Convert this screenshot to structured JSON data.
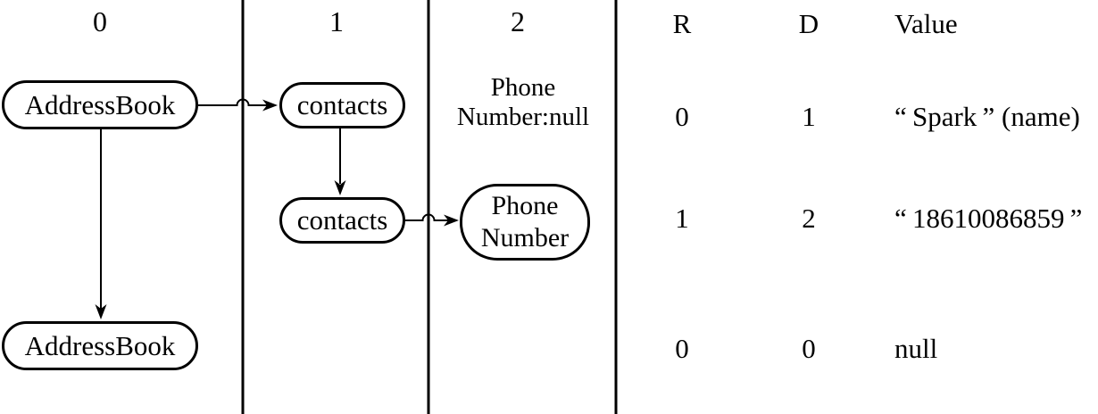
{
  "diagram": {
    "columns": [
      {
        "label": "0"
      },
      {
        "label": "1"
      },
      {
        "label": "2"
      }
    ],
    "nodes": {
      "addressbook_top": "AddressBook",
      "addressbook_bottom": "AddressBook",
      "contacts_top": "contacts",
      "contacts_bottom": "contacts",
      "phone_number": {
        "line1": "Phone",
        "line2": "Number"
      }
    },
    "free_text": {
      "line1": "Phone",
      "line2": "Number:null"
    },
    "edges": [
      "addressbook_top -> contacts_top",
      "contacts_top -> contacts_bottom",
      "contacts_bottom -> phone_number",
      "addressbook_top -> addressbook_bottom"
    ]
  },
  "table": {
    "headers": {
      "r": "R",
      "d": "D",
      "value": "Value"
    },
    "rows": [
      {
        "r": "0",
        "d": "1",
        "value": "“ Spark ” (name)"
      },
      {
        "r": "1",
        "d": "2",
        "value": "“ 18610086859 ”"
      },
      {
        "r": "0",
        "d": "0",
        "value": "null"
      }
    ]
  },
  "colors": {
    "ink": "#000000",
    "background": "#ffffff"
  }
}
